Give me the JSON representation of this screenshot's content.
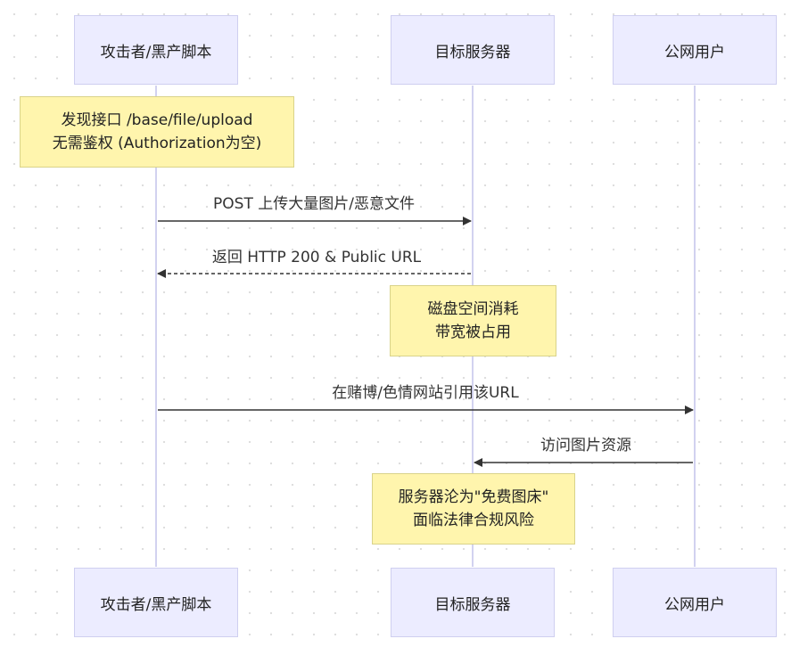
{
  "participants": [
    {
      "id": "attacker",
      "label": "攻击者/黑产脚本"
    },
    {
      "id": "server",
      "label": "目标服务器"
    },
    {
      "id": "public",
      "label": "公网用户"
    }
  ],
  "notes": [
    {
      "id": "note1",
      "lines": [
        "发现接口 /base/file/upload",
        "无需鉴权 (Authorization为空)"
      ]
    },
    {
      "id": "note2",
      "lines": [
        "磁盘空间消耗",
        "带宽被占用"
      ]
    },
    {
      "id": "note3",
      "lines": [
        "服务器沦为\"免费图床\"",
        "面临法律合规风险"
      ]
    }
  ],
  "messages": [
    {
      "id": "msg1",
      "from": "attacker",
      "to": "server",
      "label": "POST 上传大量图片/恶意文件",
      "style": "solid"
    },
    {
      "id": "msg2",
      "from": "server",
      "to": "attacker",
      "label": "返回 HTTP 200 & Public URL",
      "style": "dashed"
    },
    {
      "id": "msg3",
      "from": "attacker",
      "to": "public",
      "label": "在赌博/色情网站引用该URL",
      "style": "solid"
    },
    {
      "id": "msg4",
      "from": "public",
      "to": "server",
      "label": "访问图片资源",
      "style": "solid"
    }
  ],
  "colors": {
    "actor_fill": "#ececff",
    "actor_border": "#cfcff0",
    "note_fill": "#fff5ad",
    "note_border": "#d9d38a",
    "lifeline": "#d2d2f0",
    "arrow": "#333333"
  }
}
